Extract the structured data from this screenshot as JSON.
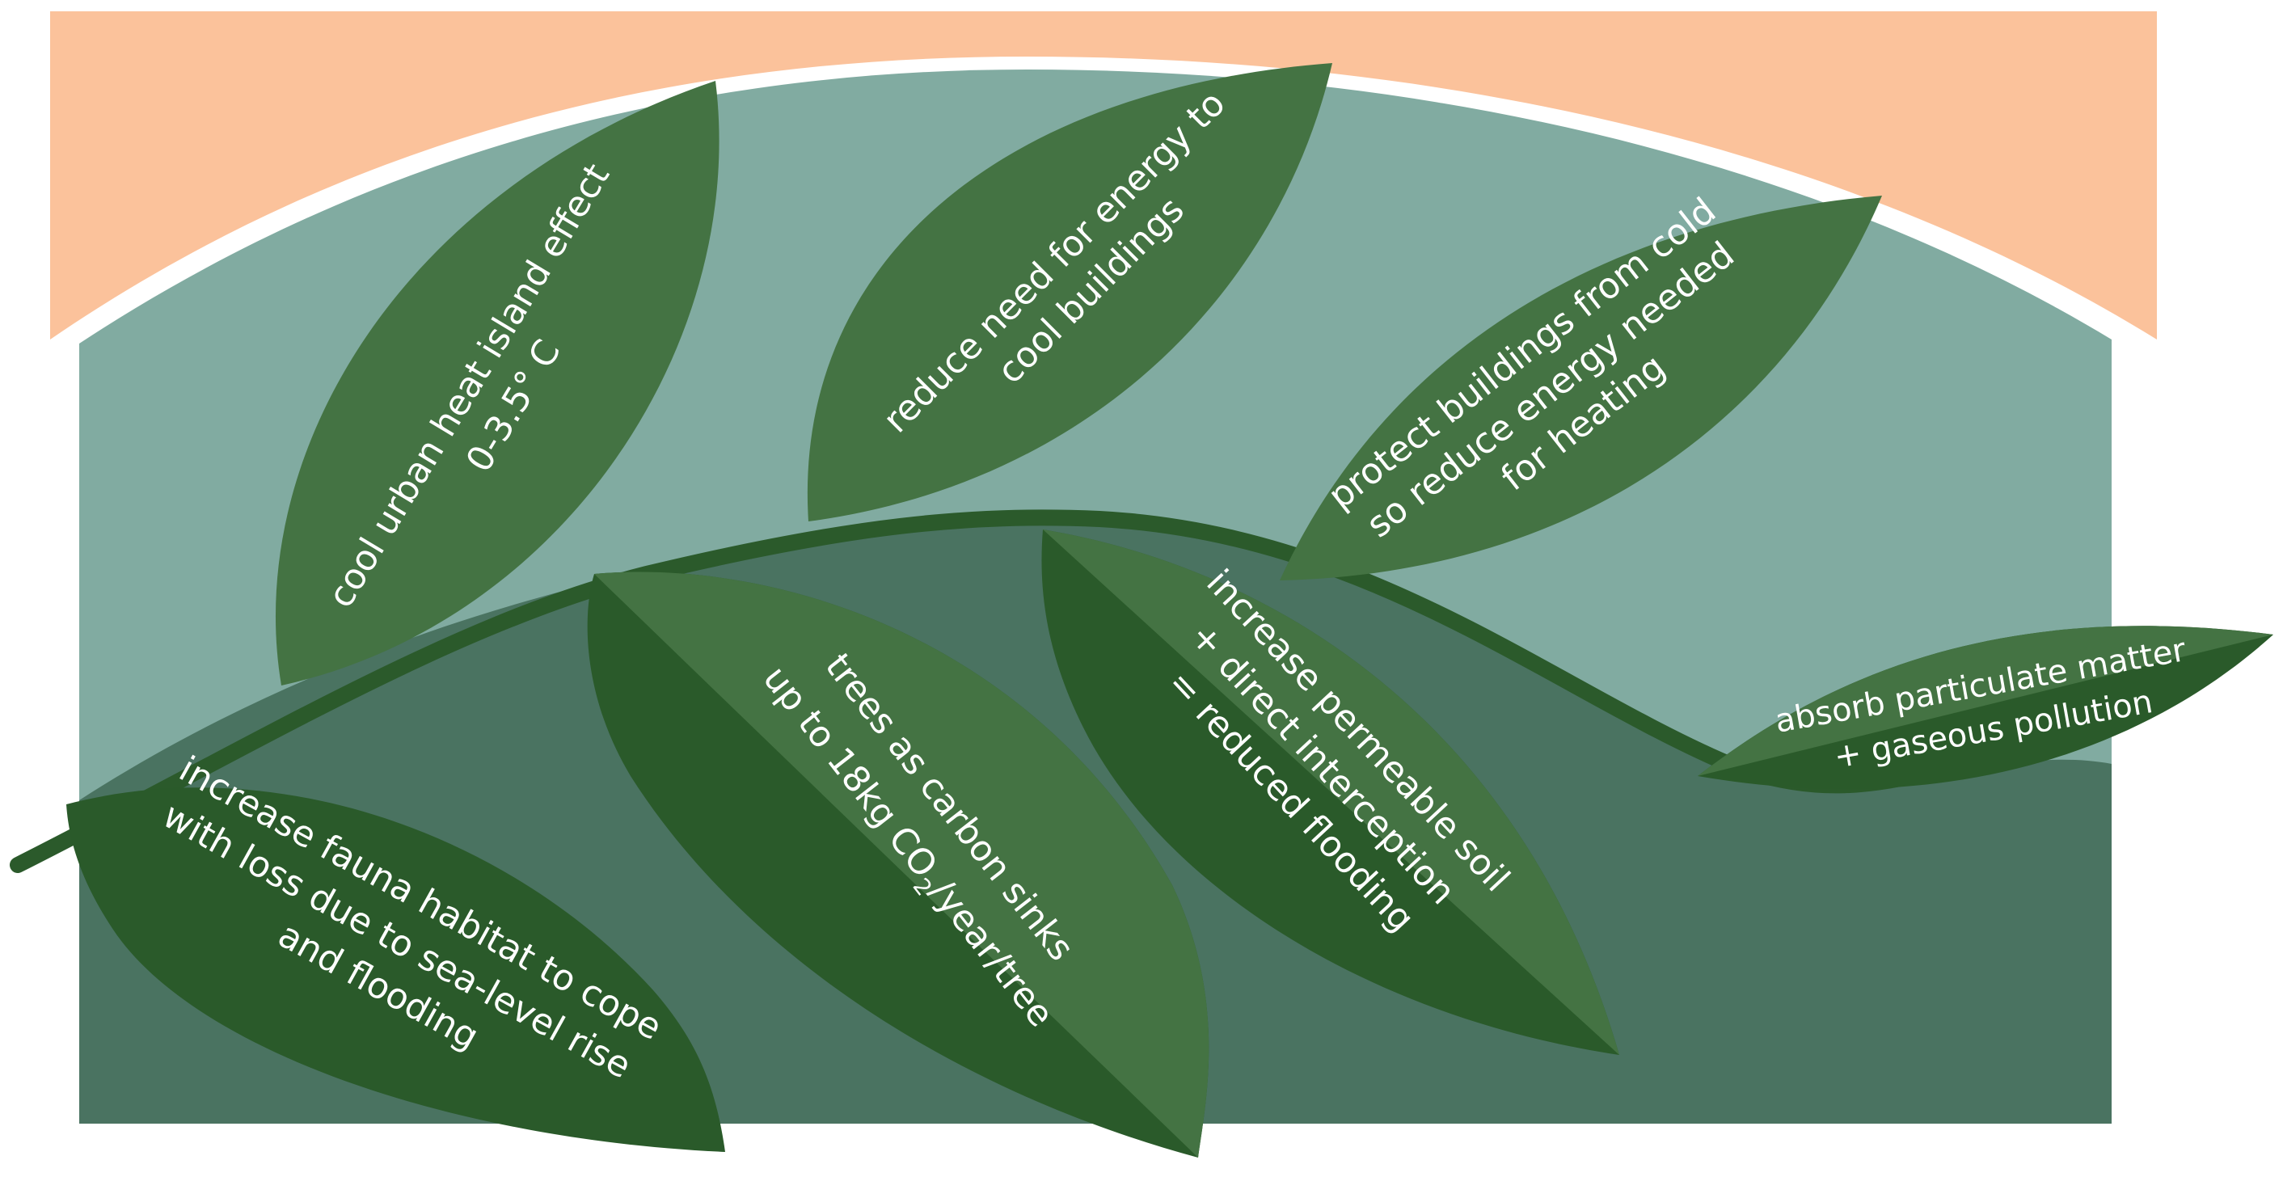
{
  "colors": {
    "sky": "#fbc29b",
    "upper_background": "#81aba1",
    "lower_background": "#4a7361",
    "leaf_light": "#447343",
    "leaf_dark": "#2a5a2a",
    "branch": "#2b5a2b",
    "text": "#ffffff"
  },
  "leaves": {
    "heat_island": {
      "line1": "cool urban heat island effect",
      "line2": "0-3.5° C"
    },
    "cooling": {
      "line1": "reduce need for energy to",
      "line2": "cool buildings"
    },
    "heating": {
      "line1": "protect buildings from cold",
      "line2": "so reduce energy needed",
      "line3": "for heating"
    },
    "pollution": {
      "line1": "absorb particulate matter",
      "line2": "+ gaseous pollution"
    },
    "carbon": {
      "line1": "trees as carbon sinks",
      "line2_prefix": "up to 18kg CO",
      "line2_sub": "2",
      "line2_suffix": "/year/tree"
    },
    "flooding": {
      "line1": "increase permeable soil",
      "line2": "+ direct interception",
      "line3": "= reduced flooding"
    },
    "fauna": {
      "line1": "increase fauna habitat to cope",
      "line2": "with loss due to sea-level rise",
      "line3": "and flooding"
    }
  }
}
